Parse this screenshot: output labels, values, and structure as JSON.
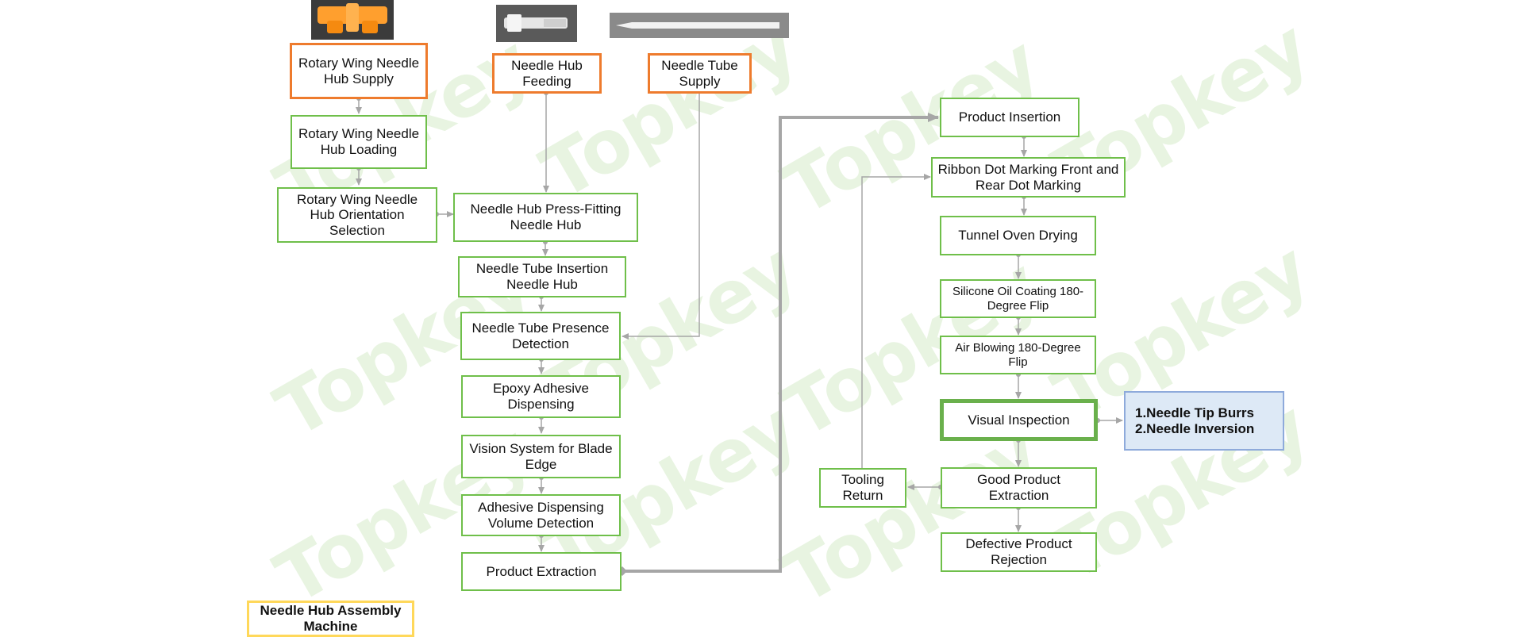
{
  "watermark": "Topkey",
  "nodes": {
    "rotary_supply": "Rotary Wing Needle Hub Supply",
    "rotary_loading": "Rotary Wing Needle Hub Loading",
    "rotary_orientation": "Rotary Wing Needle Hub Orientation Selection",
    "hub_feeding": "Needle Hub Feeding",
    "tube_supply": "Needle Tube Supply",
    "hub_press_fit": "Needle Hub Press-Fitting Needle Hub",
    "tube_insertion": "Needle Tube Insertion Needle Hub",
    "tube_presence": "Needle Tube Presence Detection",
    "epoxy": "Epoxy Adhesive Dispensing",
    "vision_blade": "Vision System for Blade Edge",
    "adhesive_volume": "Adhesive Dispensing Volume Detection",
    "product_extraction": "Product Extraction",
    "product_insertion": "Product Insertion",
    "ribbon_marking": "Ribbon Dot Marking Front and Rear Dot Marking",
    "tunnel_oven": "Tunnel Oven Drying",
    "silicone_oil": "Silicone Oil Coating 180-Degree Flip",
    "air_blowing": "Air Blowing 180-Degree Flip",
    "visual_inspection": "Visual Inspection",
    "inspection_items": [
      "1.Needle Tip Burrs",
      "2.Needle Inversion"
    ],
    "good_extraction": "Good Product Extraction",
    "tooling_return": "Tooling Return",
    "defective_rejection": "Defective Product Rejection",
    "machine_label": "Needle Hub Assembly Machine"
  },
  "colors": {
    "green_border": "#6fbf4a",
    "orange_border": "#ee7b2d",
    "arrow_gray": "#a6a6a6",
    "highlight_blue": "#dde9f6",
    "label_yellow": "#ffd85a",
    "watermark_green": "#e8f4e1"
  },
  "photos": {
    "rotary_wing_hub": "orange-wing-hub-photo",
    "needle_hub": "clear-needle-hub-photo",
    "needle_tube": "needle-tube-photo"
  }
}
